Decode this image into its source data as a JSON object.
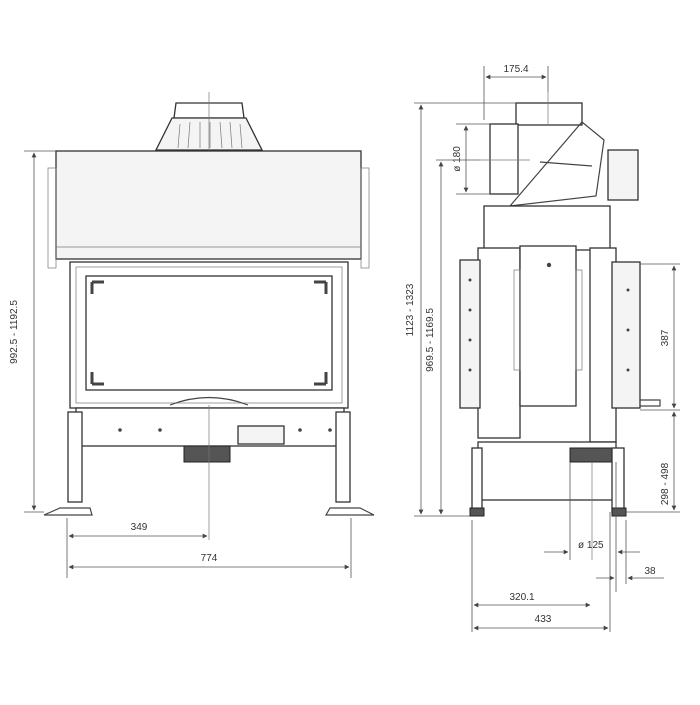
{
  "front_view": {
    "height_dim": "992.5 - 1192.5",
    "offset_dim": "349",
    "width_dim": "774"
  },
  "side_view": {
    "top_offset_dim": "175.4",
    "flue_diameter_dim": "ø 180",
    "total_height_dim": "1123 - 1323",
    "outlet_height_dim": "969.5 - 1169.5",
    "side_panel_dim": "387",
    "lower_height_dim": "298 - 498",
    "air_inlet_dim": "ø 125",
    "inlet_offset_dim": "38",
    "inlet_position_dim": "320.1",
    "depth_dim": "433"
  }
}
